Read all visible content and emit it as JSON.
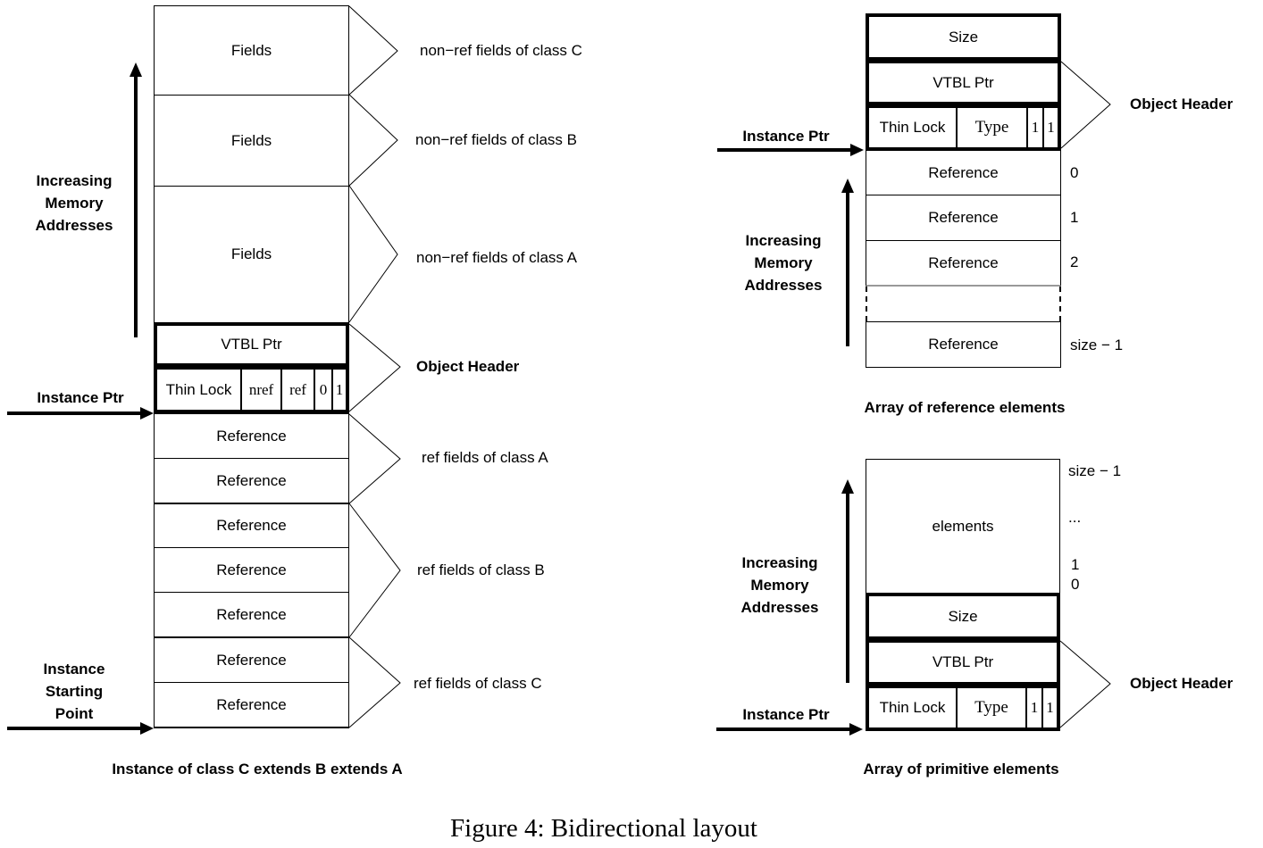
{
  "figure_caption": "Figure 4: Bidirectional layout",
  "shared": {
    "increasing_memory": "Increasing\nMemory\nAddresses",
    "instance_ptr": "Instance Ptr",
    "instance_starting_point": "Instance\nStarting\nPoint",
    "object_header": "Object Header"
  },
  "instance_diagram": {
    "caption": "Instance of class C extends B extends A",
    "fields_rows": [
      {
        "label": "Fields",
        "annotation": "non−ref fields of class C"
      },
      {
        "label": "Fields",
        "annotation": "non−ref fields of class B"
      },
      {
        "label": "Fields",
        "annotation": "non−ref fields of class A"
      }
    ],
    "vtbl_label": "VTBL Ptr",
    "thin_lock_cells": [
      "Thin Lock",
      "nref",
      "ref",
      "0",
      "1"
    ],
    "ref_rows": [
      "Reference",
      "Reference",
      "Reference",
      "Reference",
      "Reference",
      "Reference",
      "Reference"
    ],
    "ref_annotations": [
      "ref fields of class A",
      "ref fields of class B",
      "ref fields of class C"
    ]
  },
  "ref_array_diagram": {
    "caption": "Array of reference elements",
    "size_label": "Size",
    "vtbl_label": "VTBL Ptr",
    "thin_lock_cells": [
      "Thin Lock",
      "Type",
      "1",
      "1"
    ],
    "rows": [
      {
        "label": "Reference",
        "index": "0"
      },
      {
        "label": "Reference",
        "index": "1"
      },
      {
        "label": "Reference",
        "index": "2"
      }
    ],
    "last_row": {
      "label": "Reference",
      "index": "size − 1"
    }
  },
  "prim_array_diagram": {
    "caption": "Array of primitive elements",
    "elements_label": "elements",
    "size_label": "Size",
    "vtbl_label": "VTBL Ptr",
    "thin_lock_cells": [
      "Thin Lock",
      "Type",
      "1",
      "1"
    ],
    "indices": [
      "size − 1",
      "...",
      "1",
      "0"
    ]
  }
}
